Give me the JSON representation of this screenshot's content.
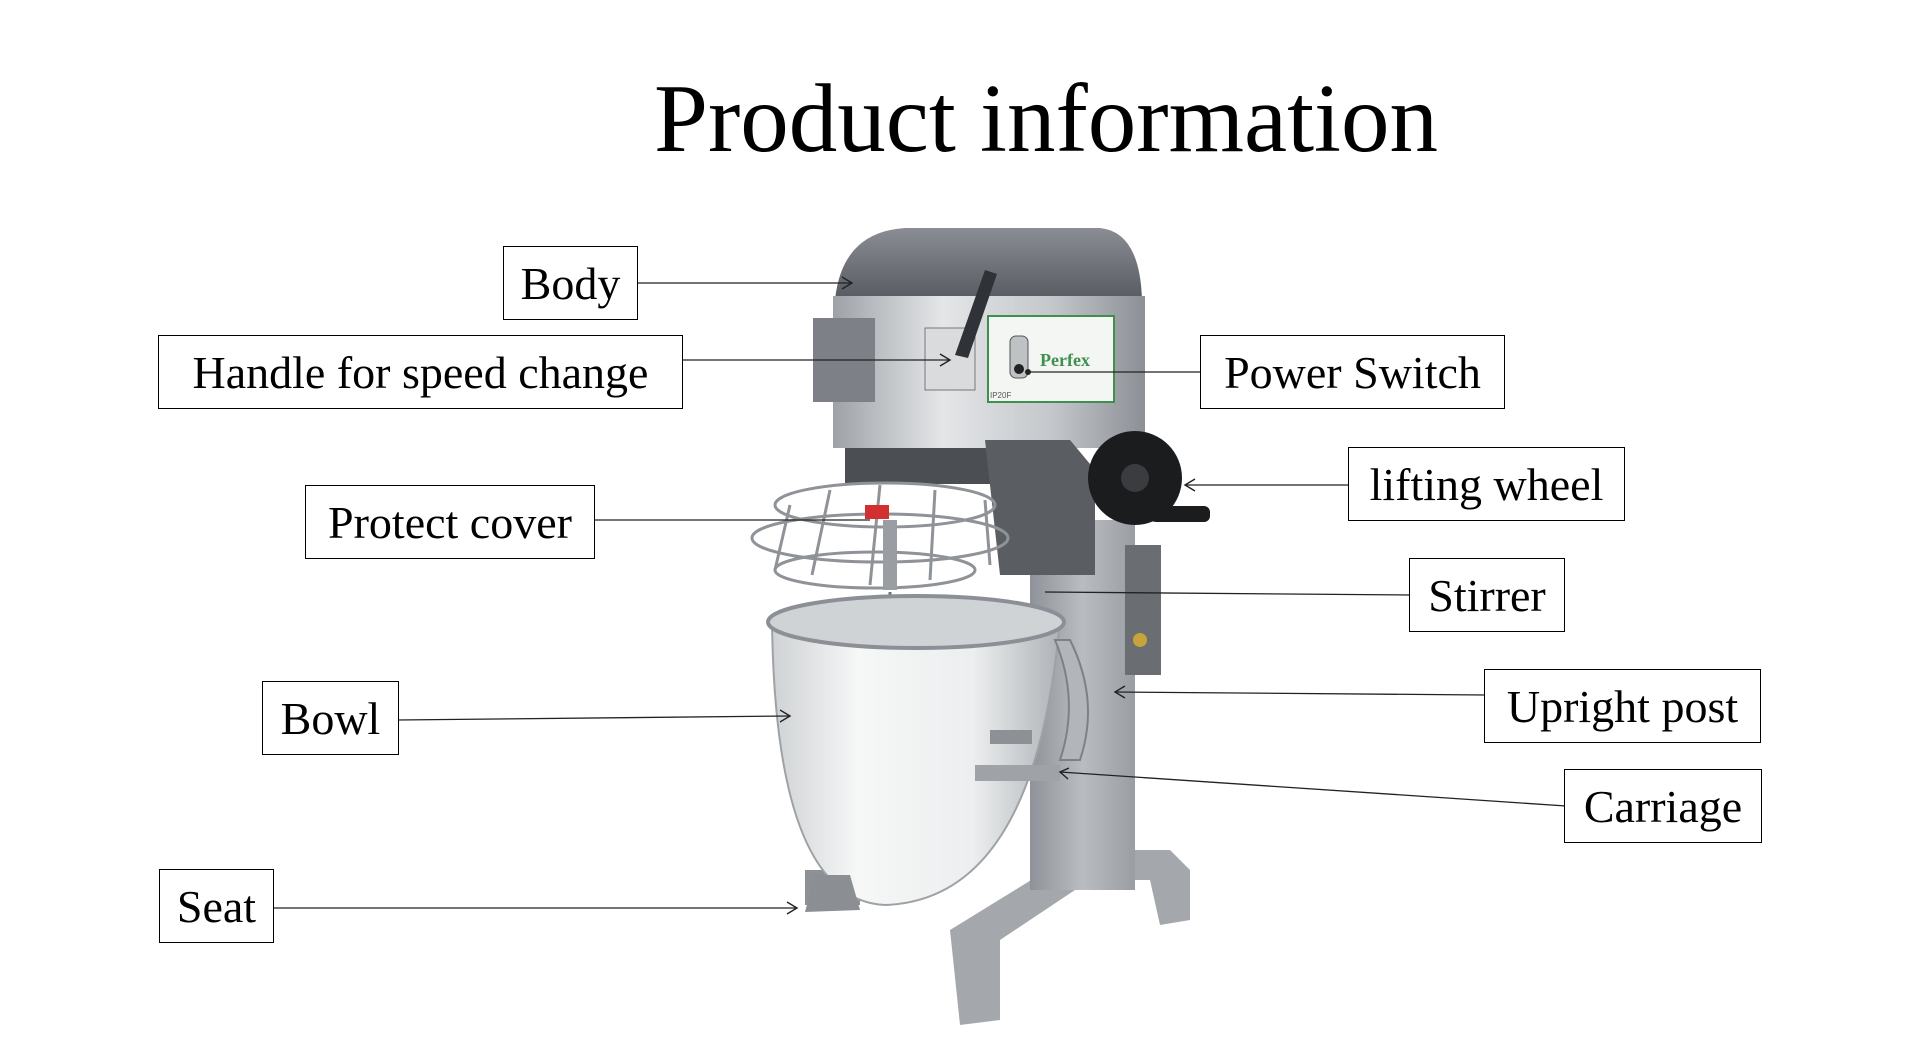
{
  "title": "Product information",
  "brand": {
    "name": "Perfex",
    "model": "IP20F"
  },
  "callouts": {
    "body": "Body",
    "handle": "Handle for speed change",
    "protect_cover": "Protect cover",
    "bowl": "Bowl",
    "seat": "Seat",
    "power_switch": "Power Switch",
    "lifting_wheel": "lifting wheel",
    "stirrer": "Stirrer",
    "upright_post": "Upright post",
    "carriage": "Carriage"
  },
  "colors": {
    "head_top": "#6e7279",
    "body_silver": "#c9ccd0",
    "badge_green": "#3f8f4f"
  }
}
